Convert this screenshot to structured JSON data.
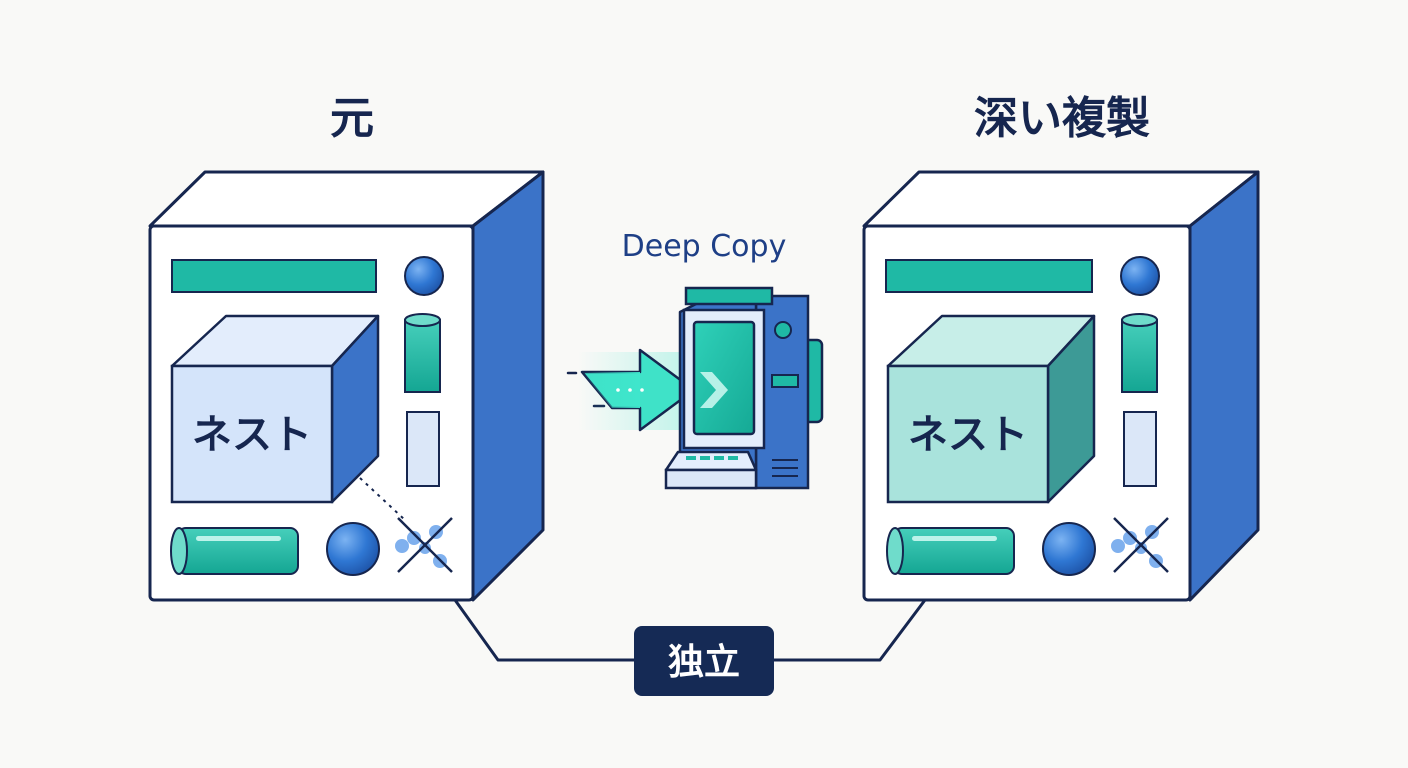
{
  "original": {
    "title": "元",
    "nested_label": "ネスト"
  },
  "copy": {
    "title": "深い複製",
    "nested_label": "ネスト"
  },
  "process": {
    "label": "Deep Copy"
  },
  "relation": {
    "label": "独立"
  },
  "colors": {
    "outline": "#16264f",
    "cabinet_side": "#3b73c8",
    "teal": "#1fb9a5",
    "ball_blue": "#2f77d3",
    "original_nested_face": "#d4e4fa",
    "copy_nested_face": "#a9e3dc",
    "badge_bg": "#152a55"
  }
}
